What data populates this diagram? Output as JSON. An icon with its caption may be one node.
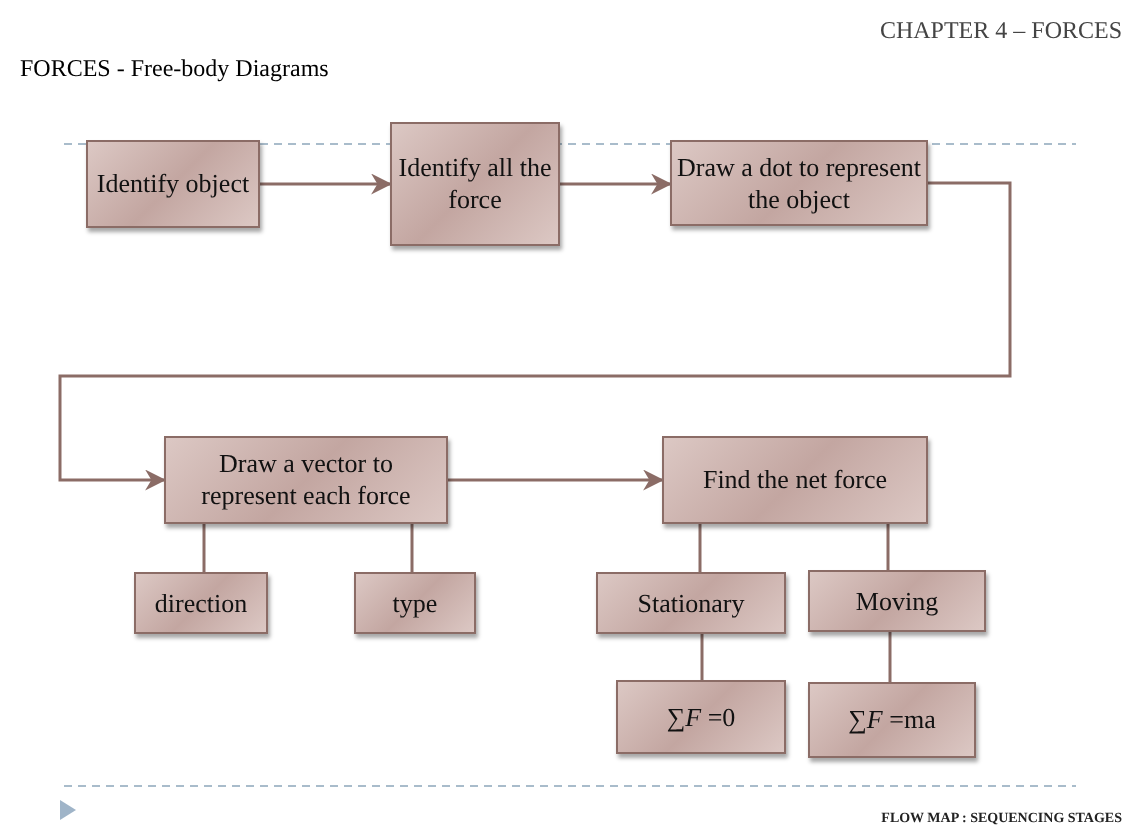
{
  "diagram": {
    "title": "FORCES - Free-body Diagrams",
    "nodes": [
      {
        "text": [
          "Identify object"
        ]
      },
      {
        "text": [
          "Identify all the force"
        ]
      },
      {
        "text": [
          "Draw a dot to represent the object"
        ]
      },
      {
        "text": [
          "Draw a vector to represent each force"
        ]
      },
      {
        "text": [
          "Find the net force"
        ]
      },
      {
        "text": [
          "direction"
        ]
      },
      {
        "text": [
          "type"
        ]
      },
      {
        "text": [
          "Stationary"
        ]
      },
      {
        "text": [
          "Moving"
        ]
      },
      {
        "text": [
          "∑*F* =0"
        ]
      },
      {
        "text": [
          "∑*F* =ma"
        ]
      }
    ],
    "edges": [
      {
        "from": 0,
        "to": 1,
        "arrow": "to"
      },
      {
        "from": 1,
        "to": 2,
        "arrow": "to"
      },
      {
        "from": 2,
        "to": 3,
        "arrow": "to"
      },
      {
        "from": 3,
        "to": 4,
        "arrow": "to"
      },
      {
        "from": 3,
        "to": 5,
        "arrow": "none"
      },
      {
        "from": 3,
        "to": 6,
        "arrow": "none"
      },
      {
        "from": 4,
        "to": 7,
        "arrow": "none"
      },
      {
        "from": 4,
        "to": 8,
        "arrow": "none"
      },
      {
        "from": 7,
        "to": 9,
        "arrow": "none"
      },
      {
        "from": 8,
        "to": 10,
        "arrow": "none"
      }
    ],
    "labels": [
      "CHAPTER 4 – FORCES",
      "FLOW MAP : SEQUENCING STAGES"
    ]
  }
}
